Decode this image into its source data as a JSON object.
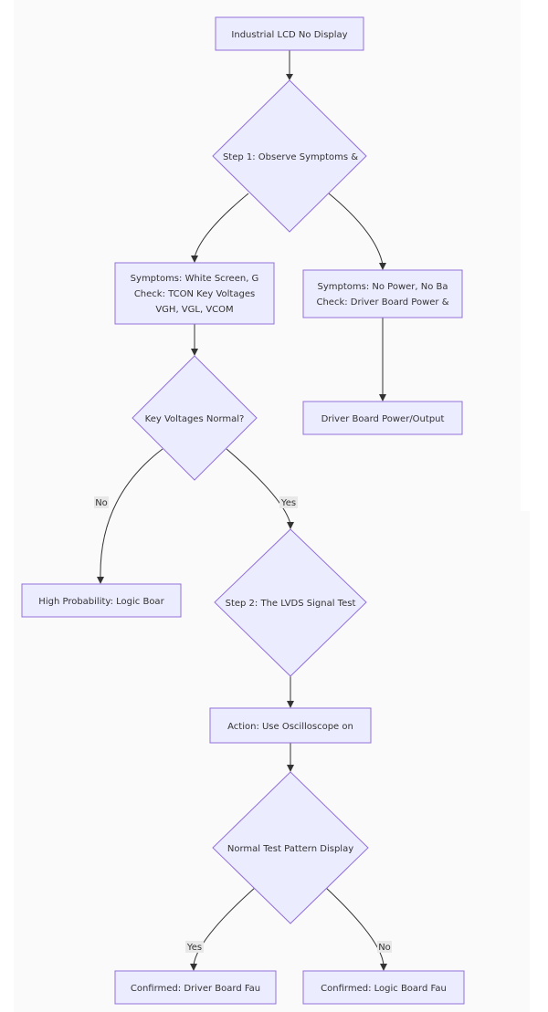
{
  "nodes": {
    "start": "Industrial LCD No Display",
    "step1": "Step 1: Observe Symptoms &",
    "symptomsLeft": [
      "Symptoms: White Screen, G",
      "Check: TCON Key Voltages",
      "VGH, VGL, VCOM"
    ],
    "symptomsRight": [
      "Symptoms: No Power, No Ba",
      "Check: Driver Board Power &"
    ],
    "keyVoltages": "Key Voltages Normal?",
    "driverPower": "Driver Board Power/Output",
    "logicHigh": "High Probability: Logic Boar",
    "step2": "Step 2: The LVDS Signal Test",
    "action": "Action: Use Oscilloscope on",
    "testPattern": "Normal Test Pattern Display",
    "confirmedDriver": "Confirmed: Driver Board Fau",
    "confirmedLogic": "Confirmed: Logic Board Fau"
  },
  "edgeLabels": {
    "no1": "No",
    "yes1": "Yes",
    "yes2": "Yes",
    "no2": "No"
  },
  "colors": {
    "nodeFill": "#ECECFF",
    "nodeStroke": "#9370DB",
    "edge": "#333333",
    "labelBg": "#e8e8e8"
  }
}
